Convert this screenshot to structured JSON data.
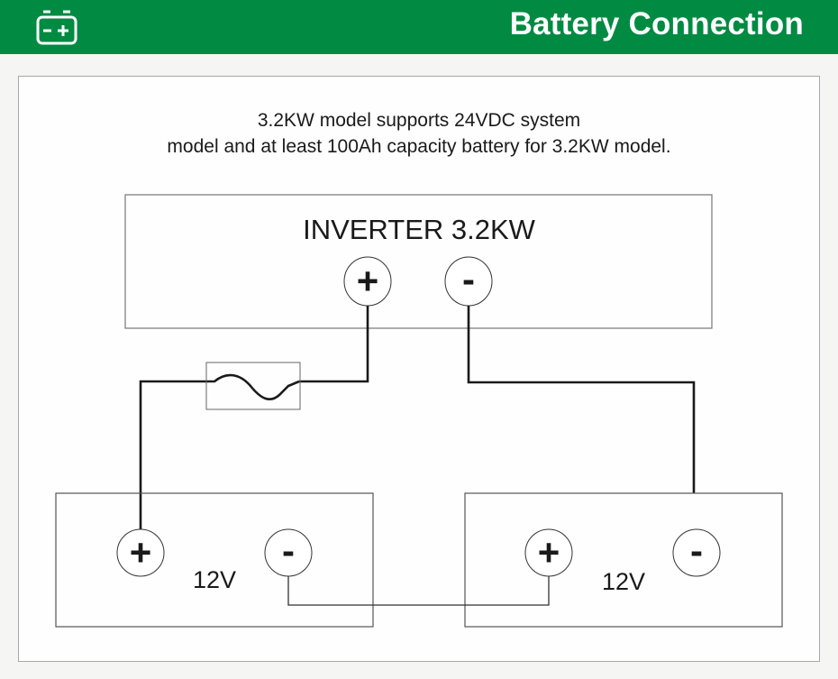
{
  "header": {
    "icon": "battery-icon",
    "title": "Battery Connection",
    "background_color": "#008a42"
  },
  "caption": {
    "line1": "3.2KW model supports 24VDC system",
    "line2": "model and at least 100Ah capacity battery for 3.2KW model."
  },
  "inverter": {
    "label": "INVERTER 3.2KW",
    "positive_symbol": "+",
    "negative_symbol": "-"
  },
  "fuse": {
    "icon": "fuse-icon"
  },
  "batteries": [
    {
      "label": "12V",
      "positive_symbol": "+",
      "negative_symbol": "-"
    },
    {
      "label": "12V",
      "positive_symbol": "+",
      "negative_symbol": "-"
    }
  ],
  "connections": [
    "inverter + to fuse",
    "fuse to battery 1 +",
    "battery 1 - to battery 2 +",
    "battery 2 - to inverter -"
  ]
}
